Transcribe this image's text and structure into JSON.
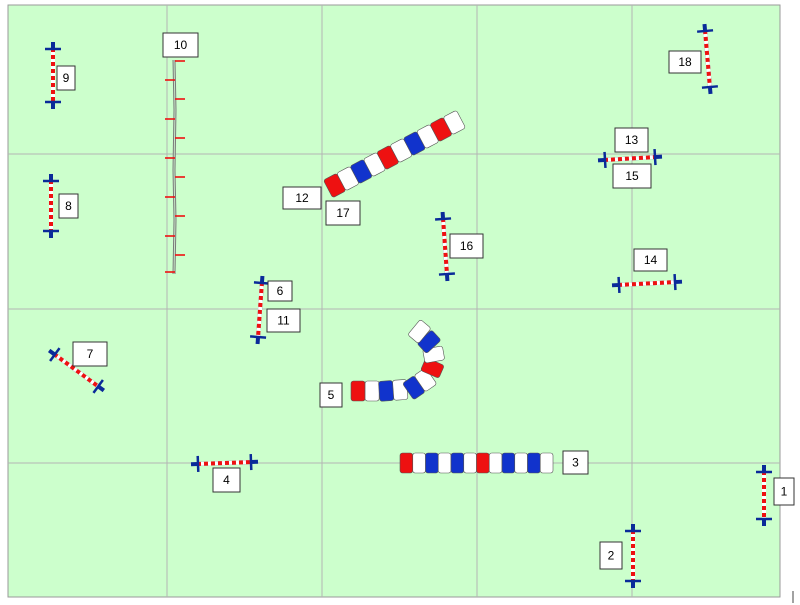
{
  "course": {
    "background": "#ccffcc",
    "grid_color": "#b4b4b4",
    "colors": {
      "red": "#ee1111",
      "blue": "#1133cc",
      "white": "#ffffff",
      "wing": "#0a2a99"
    }
  },
  "labels": {
    "l1": "1",
    "l2": "2",
    "l3": "3",
    "l4": "4",
    "l5": "5",
    "l6": "6",
    "l7": "7",
    "l8": "8",
    "l9": "9",
    "l10": "10",
    "l11": "11",
    "l12": "12",
    "l13": "13",
    "l14": "14",
    "l15": "15",
    "l16": "16",
    "l17": "17",
    "l18": "18"
  }
}
